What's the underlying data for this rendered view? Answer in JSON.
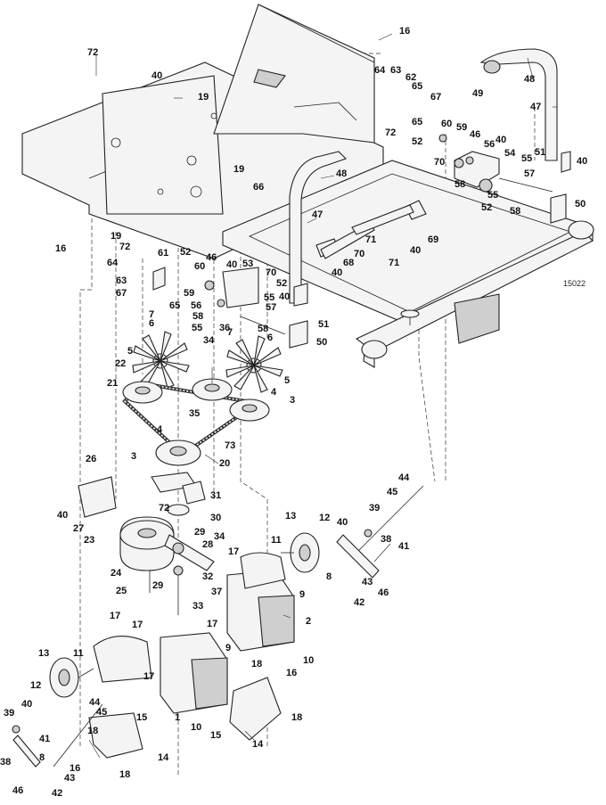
{
  "drawing": {
    "code": "15022",
    "callouts": [
      {
        "id": "c16a",
        "text": "16"
      },
      {
        "id": "c72a",
        "text": "72"
      },
      {
        "id": "c40a",
        "text": "40"
      },
      {
        "id": "c19a",
        "text": "19"
      },
      {
        "id": "c64a",
        "text": "64"
      },
      {
        "id": "c63a",
        "text": "63"
      },
      {
        "id": "c62a",
        "text": "62"
      },
      {
        "id": "c65a",
        "text": "65"
      },
      {
        "id": "c67a",
        "text": "67"
      },
      {
        "id": "c72b",
        "text": "72"
      },
      {
        "id": "c65b",
        "text": "65"
      },
      {
        "id": "c49",
        "text": "49"
      },
      {
        "id": "c48a",
        "text": "48"
      },
      {
        "id": "c47a",
        "text": "47"
      },
      {
        "id": "c52a",
        "text": "52"
      },
      {
        "id": "c60a",
        "text": "60"
      },
      {
        "id": "c59a",
        "text": "59"
      },
      {
        "id": "c46a",
        "text": "46"
      },
      {
        "id": "c56a",
        "text": "56"
      },
      {
        "id": "c40b",
        "text": "40"
      },
      {
        "id": "c54",
        "text": "54"
      },
      {
        "id": "c55a",
        "text": "55"
      },
      {
        "id": "c51a",
        "text": "51"
      },
      {
        "id": "c40c",
        "text": "40"
      },
      {
        "id": "c19b",
        "text": "19"
      },
      {
        "id": "c48b",
        "text": "48"
      },
      {
        "id": "c70a",
        "text": "70"
      },
      {
        "id": "c57a",
        "text": "57"
      },
      {
        "id": "c58a",
        "text": "58"
      },
      {
        "id": "c55b",
        "text": "55"
      },
      {
        "id": "c52b",
        "text": "52"
      },
      {
        "id": "c58b",
        "text": "58"
      },
      {
        "id": "c50a",
        "text": "50"
      },
      {
        "id": "c66",
        "text": "66"
      },
      {
        "id": "c47b",
        "text": "47"
      },
      {
        "id": "c16b",
        "text": "16"
      },
      {
        "id": "c19c",
        "text": "19"
      },
      {
        "id": "c71a",
        "text": "71"
      },
      {
        "id": "c69",
        "text": "69"
      },
      {
        "id": "c72c",
        "text": "72"
      },
      {
        "id": "c52c",
        "text": "52"
      },
      {
        "id": "c61",
        "text": "61"
      },
      {
        "id": "c46b",
        "text": "46"
      },
      {
        "id": "c40d",
        "text": "40"
      },
      {
        "id": "c53",
        "text": "53"
      },
      {
        "id": "c70b",
        "text": "70"
      },
      {
        "id": "c68",
        "text": "68"
      },
      {
        "id": "c70c",
        "text": "70"
      },
      {
        "id": "c40e",
        "text": "40"
      },
      {
        "id": "c71b",
        "text": "71"
      },
      {
        "id": "c40f",
        "text": "40"
      },
      {
        "id": "c64b",
        "text": "64"
      },
      {
        "id": "c60b",
        "text": "60"
      },
      {
        "id": "c63b",
        "text": "63"
      },
      {
        "id": "c67b",
        "text": "67"
      },
      {
        "id": "c59b",
        "text": "59"
      },
      {
        "id": "c56b",
        "text": "56"
      },
      {
        "id": "c58c",
        "text": "58"
      },
      {
        "id": "c52d",
        "text": "52"
      },
      {
        "id": "c55c",
        "text": "55"
      },
      {
        "id": "c40g",
        "text": "40"
      },
      {
        "id": "c65c",
        "text": "65"
      },
      {
        "id": "c57b",
        "text": "57"
      },
      {
        "id": "c51b",
        "text": "51"
      },
      {
        "id": "c7a",
        "text": "7"
      },
      {
        "id": "c55d",
        "text": "55"
      },
      {
        "id": "c36",
        "text": "36"
      },
      {
        "id": "c7b",
        "text": "7"
      },
      {
        "id": "c58d",
        "text": "58"
      },
      {
        "id": "c6a",
        "text": "6"
      },
      {
        "id": "c6b",
        "text": "6"
      },
      {
        "id": "c50b",
        "text": "50"
      },
      {
        "id": "c34a",
        "text": "34"
      },
      {
        "id": "c5a",
        "text": "5"
      },
      {
        "id": "c22",
        "text": "22"
      },
      {
        "id": "c5b",
        "text": "5"
      },
      {
        "id": "c21",
        "text": "21"
      },
      {
        "id": "c4a",
        "text": "4"
      },
      {
        "id": "c35",
        "text": "35"
      },
      {
        "id": "c3a",
        "text": "3"
      },
      {
        "id": "c4b",
        "text": "4"
      },
      {
        "id": "c3b",
        "text": "3"
      },
      {
        "id": "c20",
        "text": "20"
      },
      {
        "id": "c73",
        "text": "73"
      },
      {
        "id": "c26",
        "text": "26"
      },
      {
        "id": "c31",
        "text": "31"
      },
      {
        "id": "c72d",
        "text": "72"
      },
      {
        "id": "c40h",
        "text": "40"
      },
      {
        "id": "c27",
        "text": "27"
      },
      {
        "id": "c30",
        "text": "30"
      },
      {
        "id": "c23",
        "text": "23"
      },
      {
        "id": "c29a",
        "text": "29"
      },
      {
        "id": "c28",
        "text": "28"
      },
      {
        "id": "c34b",
        "text": "34"
      },
      {
        "id": "c24",
        "text": "24"
      },
      {
        "id": "c25",
        "text": "25"
      },
      {
        "id": "c29b",
        "text": "29"
      },
      {
        "id": "c32",
        "text": "32"
      },
      {
        "id": "c37",
        "text": "37"
      },
      {
        "id": "c33",
        "text": "33"
      },
      {
        "id": "c44a",
        "text": "44"
      },
      {
        "id": "c45a",
        "text": "45"
      },
      {
        "id": "c39a",
        "text": "39"
      },
      {
        "id": "c13a",
        "text": "13"
      },
      {
        "id": "c12a",
        "text": "12"
      },
      {
        "id": "c40i",
        "text": "40"
      },
      {
        "id": "c11a",
        "text": "11"
      },
      {
        "id": "c38a",
        "text": "38"
      },
      {
        "id": "c41a",
        "text": "41"
      },
      {
        "id": "c8a",
        "text": "8"
      },
      {
        "id": "c43a",
        "text": "43"
      },
      {
        "id": "c46c",
        "text": "46"
      },
      {
        "id": "c42a",
        "text": "42"
      },
      {
        "id": "c17a",
        "text": "17"
      },
      {
        "id": "c9a",
        "text": "9"
      },
      {
        "id": "c2",
        "text": "2"
      },
      {
        "id": "c17b",
        "text": "17"
      },
      {
        "id": "c17c",
        "text": "17"
      },
      {
        "id": "c17d",
        "text": "17"
      },
      {
        "id": "c9b",
        "text": "9"
      },
      {
        "id": "c10a",
        "text": "10"
      },
      {
        "id": "c18a",
        "text": "18"
      },
      {
        "id": "c16c",
        "text": "16"
      },
      {
        "id": "c13b",
        "text": "13"
      },
      {
        "id": "c11b",
        "text": "11"
      },
      {
        "id": "c12b",
        "text": "12"
      },
      {
        "id": "c40j",
        "text": "40"
      },
      {
        "id": "c44b",
        "text": "44"
      },
      {
        "id": "c45b",
        "text": "45"
      },
      {
        "id": "c17e",
        "text": "17"
      },
      {
        "id": "c1",
        "text": "1"
      },
      {
        "id": "c10b",
        "text": "10"
      },
      {
        "id": "c18b",
        "text": "18"
      },
      {
        "id": "c15a",
        "text": "15"
      },
      {
        "id": "c15b",
        "text": "15"
      },
      {
        "id": "c14a",
        "text": "14"
      },
      {
        "id": "c39b",
        "text": "39"
      },
      {
        "id": "c41b",
        "text": "41"
      },
      {
        "id": "c18c",
        "text": "18"
      },
      {
        "id": "c8b",
        "text": "8"
      },
      {
        "id": "c38b",
        "text": "38"
      },
      {
        "id": "c43b",
        "text": "43"
      },
      {
        "id": "c16d",
        "text": "16"
      },
      {
        "id": "c14b",
        "text": "14"
      },
      {
        "id": "c46d",
        "text": "46"
      },
      {
        "id": "c42b",
        "text": "42"
      },
      {
        "id": "c18d",
        "text": "18"
      }
    ]
  }
}
